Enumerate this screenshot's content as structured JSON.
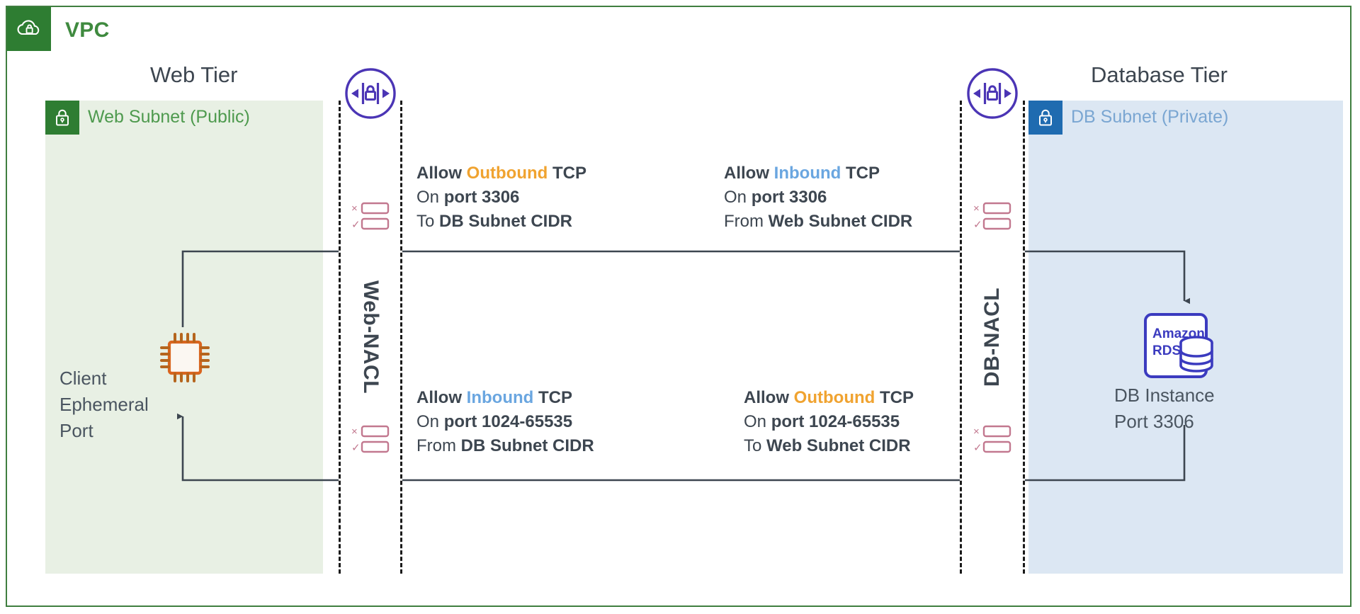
{
  "vpc": {
    "label": "VPC",
    "icon": "vpc-cloud-icon",
    "border_color": "#3f7e3f",
    "tag_color": "#2e7d32"
  },
  "tiers": {
    "web": "Web Tier",
    "database": "Database Tier"
  },
  "subnets": {
    "web": {
      "label": "Web Subnet (Public)",
      "icon": "lock-icon",
      "fill": "#e8f0e4",
      "tag_color": "#2e7d32",
      "text_color": "#4e9a4e"
    },
    "db": {
      "label": "DB Subnet (Private)",
      "icon": "lock-icon",
      "fill": "#dce7f3",
      "tag_color": "#1f6bb0",
      "text_color": "#7aa6d2"
    }
  },
  "nacls": {
    "web": {
      "label": "Web-NACL",
      "icon": "nacl-ring-icon",
      "rules_icon": "rules-list-icon"
    },
    "db": {
      "label": "DB-NACL",
      "icon": "nacl-ring-icon",
      "rules_icon": "rules-list-icon"
    }
  },
  "rules": {
    "web_outbound": {
      "line1_prefix": "Allow ",
      "direction": "Outbound",
      "direction_type": "outbound",
      "line1_suffix": " TCP",
      "line2_prefix": "On ",
      "line2_value": "port 3306",
      "line3_prefix": "To ",
      "line3_value": "DB Subnet CIDR"
    },
    "db_inbound": {
      "line1_prefix": "Allow ",
      "direction": "Inbound",
      "direction_type": "inbound",
      "line1_suffix": " TCP",
      "line2_prefix": "On ",
      "line2_value": "port 3306",
      "line3_prefix": "From ",
      "line3_value": "Web Subnet CIDR"
    },
    "web_inbound": {
      "line1_prefix": "Allow ",
      "direction": "Inbound",
      "direction_type": "inbound",
      "line1_suffix": " TCP",
      "line2_prefix": "On ",
      "line2_value": "port 1024-65535",
      "line3_prefix": "From ",
      "line3_value": "DB Subnet CIDR"
    },
    "db_outbound": {
      "line1_prefix": "Allow ",
      "direction": "Outbound",
      "direction_type": "outbound",
      "line1_suffix": " TCP",
      "line2_prefix": "On ",
      "line2_value": "port 1024-65535",
      "line3_prefix": "To ",
      "line3_value": "Web Subnet CIDR"
    }
  },
  "client": {
    "icon": "cpu-chip-icon",
    "label_line1": "Client",
    "label_line2": "Ephemeral",
    "label_line3": "Port",
    "icon_color": "#d9651f"
  },
  "database": {
    "icon": "amazon-rds-icon",
    "icon_text_line1": "Amazon",
    "icon_text_line2": "RDS",
    "label_line1": "DB Instance",
    "label_line2": "Port 3306",
    "icon_color": "#3b3bbf"
  },
  "colors": {
    "outbound": "#f0a330",
    "inbound": "#6aa6e0",
    "text": "#3d4650",
    "rules_icon": "#c2788f",
    "wire": "#3d4650"
  }
}
